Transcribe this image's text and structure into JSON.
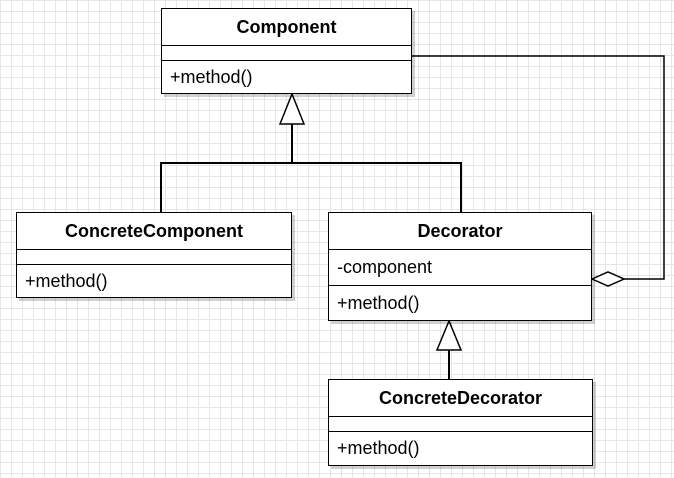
{
  "diagram": {
    "classes": {
      "component": {
        "name": "Component",
        "attributes": [],
        "methods": [
          "+method()"
        ]
      },
      "concrete_component": {
        "name": "ConcreteComponent",
        "attributes": [],
        "methods": [
          "+method()"
        ]
      },
      "decorator": {
        "name": "Decorator",
        "attributes": [
          "-component"
        ],
        "methods": [
          "+method()"
        ]
      },
      "concrete_decorator": {
        "name": "ConcreteDecorator",
        "attributes": [],
        "methods": [
          "+method()"
        ]
      }
    },
    "relationships": [
      {
        "type": "generalization",
        "from": "ConcreteComponent",
        "to": "Component"
      },
      {
        "type": "generalization",
        "from": "Decorator",
        "to": "Component"
      },
      {
        "type": "generalization",
        "from": "ConcreteDecorator",
        "to": "Decorator"
      },
      {
        "type": "aggregation",
        "whole": "Decorator",
        "part": "Component"
      }
    ]
  }
}
